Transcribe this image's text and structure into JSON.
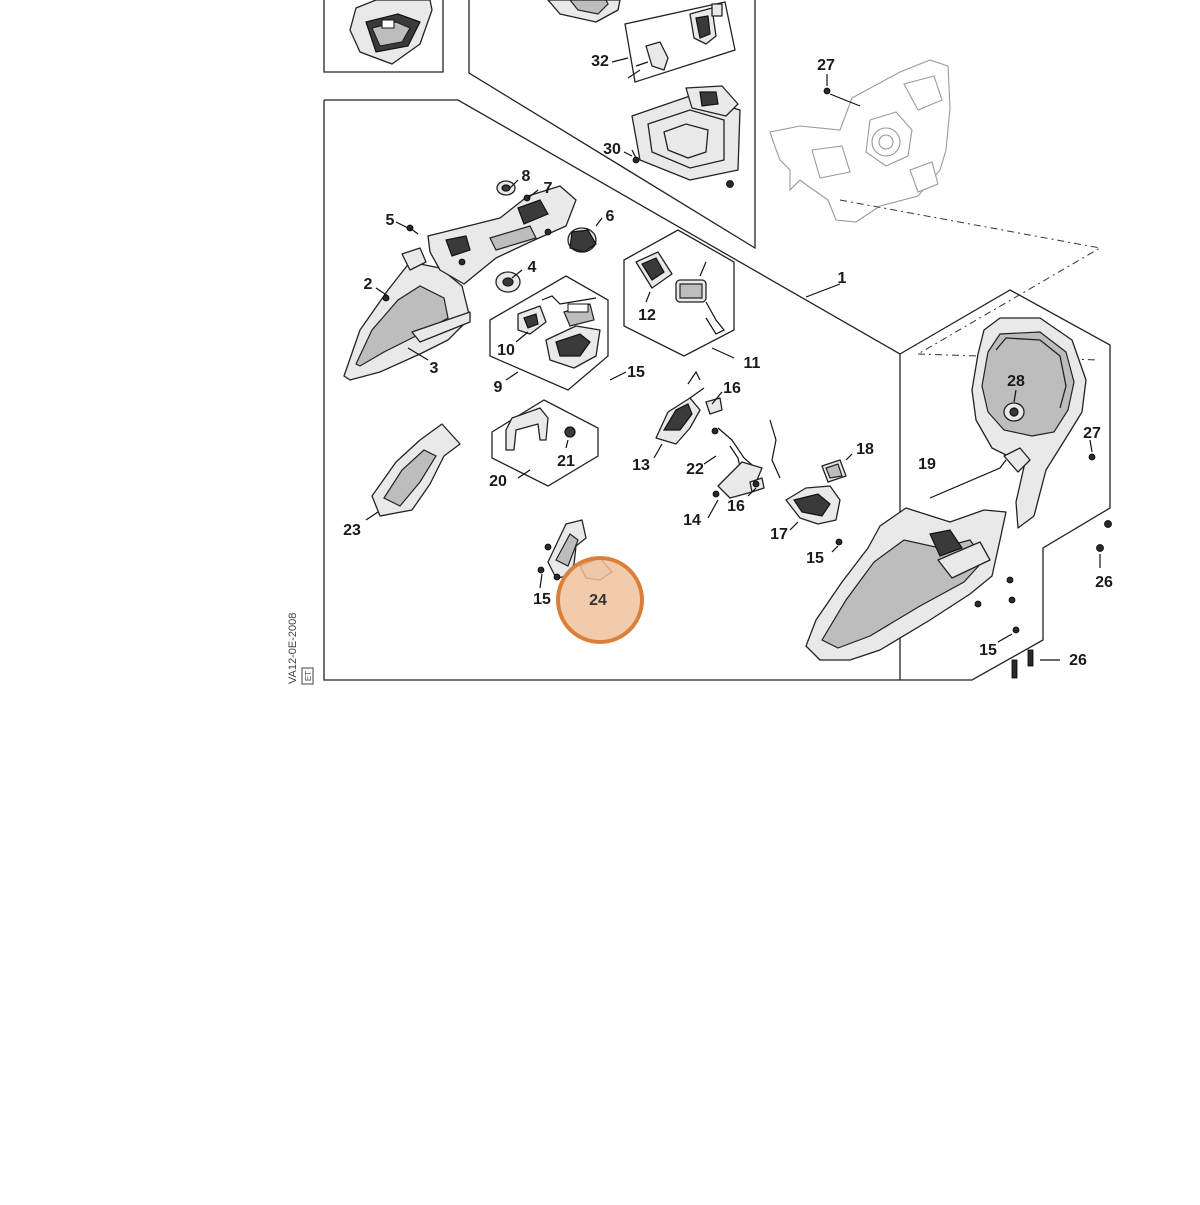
{
  "diagram": {
    "side_code": "VA12-0E-2008",
    "side_mark": "ET",
    "highlight": {
      "label": "24",
      "color": "#d9813a",
      "fill": "#efc29c"
    },
    "colors": {
      "line": "#222222",
      "part": "#e9e9e9",
      "dark": "#3a3a3a"
    },
    "callouts": [
      {
        "id": "1",
        "text": "1"
      },
      {
        "id": "2",
        "text": "2"
      },
      {
        "id": "3",
        "text": "3"
      },
      {
        "id": "4",
        "text": "4"
      },
      {
        "id": "5",
        "text": "5"
      },
      {
        "id": "6",
        "text": "6"
      },
      {
        "id": "7",
        "text": "7"
      },
      {
        "id": "8",
        "text": "8"
      },
      {
        "id": "9",
        "text": "9"
      },
      {
        "id": "10",
        "text": "10"
      },
      {
        "id": "11",
        "text": "11"
      },
      {
        "id": "12",
        "text": "12"
      },
      {
        "id": "13",
        "text": "13"
      },
      {
        "id": "14",
        "text": "14"
      },
      {
        "id": "15a",
        "text": "15"
      },
      {
        "id": "15b",
        "text": "15"
      },
      {
        "id": "15c",
        "text": "15"
      },
      {
        "id": "15d",
        "text": "15"
      },
      {
        "id": "16a",
        "text": "16"
      },
      {
        "id": "16b",
        "text": "16"
      },
      {
        "id": "17",
        "text": "17"
      },
      {
        "id": "18",
        "text": "18"
      },
      {
        "id": "19",
        "text": "19"
      },
      {
        "id": "20",
        "text": "20"
      },
      {
        "id": "21",
        "text": "21"
      },
      {
        "id": "22",
        "text": "22"
      },
      {
        "id": "23",
        "text": "23"
      },
      {
        "id": "26a",
        "text": "26"
      },
      {
        "id": "26b",
        "text": "26"
      },
      {
        "id": "27a",
        "text": "27"
      },
      {
        "id": "27b",
        "text": "27"
      },
      {
        "id": "28",
        "text": "28"
      },
      {
        "id": "30",
        "text": "30"
      },
      {
        "id": "32",
        "text": "32"
      }
    ]
  }
}
